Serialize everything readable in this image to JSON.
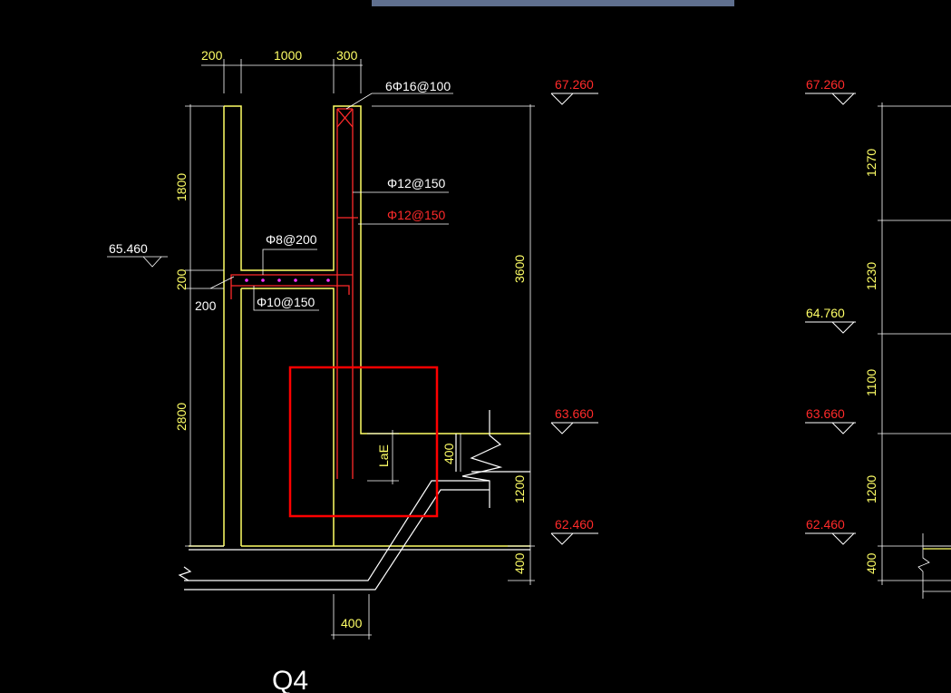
{
  "dims": {
    "top_200": "200",
    "top_1000": "1000",
    "top_300": "300",
    "left_1800": "1800",
    "left_200a": "200",
    "left_200b": "200",
    "left_2800": "2800",
    "right_3600": "3600",
    "right_1200": "1200",
    "right_400": "400",
    "lae": "LaE",
    "step_400": "400",
    "bottom_400": "400",
    "r2_1270": "1270",
    "r2_1230": "1230",
    "r2_1100": "1100",
    "r2_1200": "1200",
    "r2_400": "400"
  },
  "rebar": {
    "top_bars": "6Φ16@100",
    "vert_12_a": "Φ12@150",
    "vert_12_b": "Φ12@150",
    "slab_8": "Φ8@200",
    "slab_10": "Φ10@150"
  },
  "levels": {
    "l_65460": "65.460",
    "l_67260_a": "67.260",
    "l_63660_a": "63.660",
    "l_62460_a": "62.460",
    "l_67260_b": "67.260",
    "l_64760_b": "64.760",
    "l_63660_b": "63.660",
    "l_62460_b": "62.460"
  },
  "title": "Q4",
  "colors": {
    "background": "#000000",
    "concrete": "#ffff66",
    "dimension": "#ffffff",
    "rebar": "#ff2a2a",
    "highlight": "#ff0000",
    "dots": "#ff33ff",
    "topbar": "#5f6f8e"
  }
}
